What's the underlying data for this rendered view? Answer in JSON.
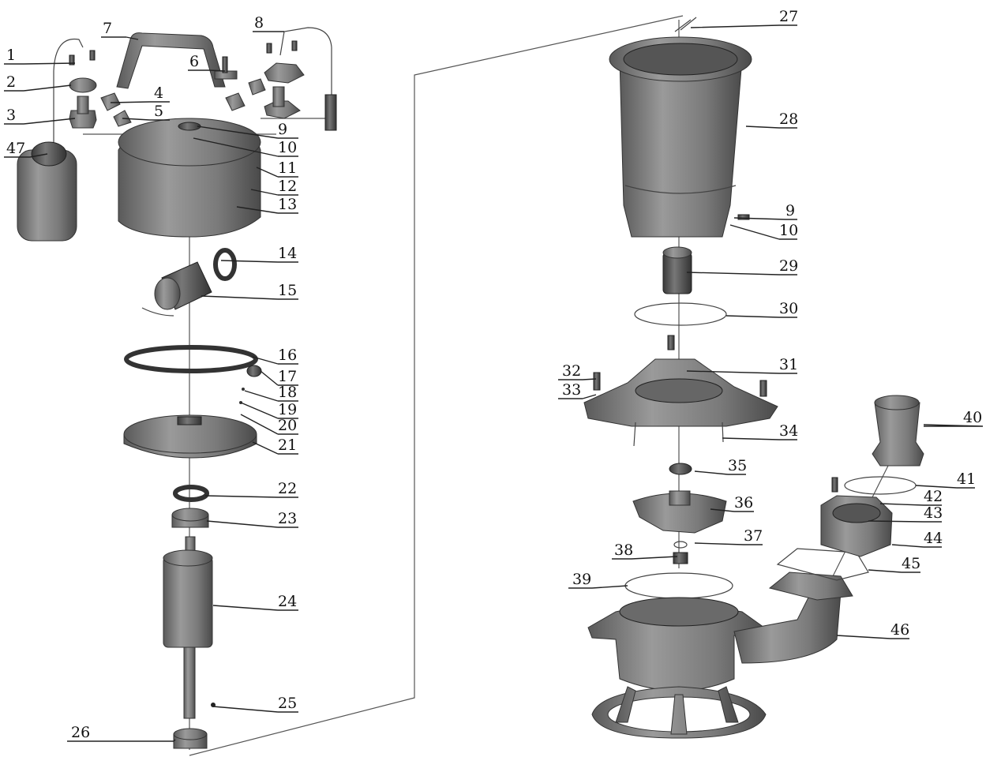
{
  "labels": [
    "1",
    "2",
    "3",
    "47",
    "7",
    "8",
    "6",
    "4",
    "5",
    "9",
    "10",
    "11",
    "12",
    "13",
    "14",
    "15",
    "16",
    "17",
    "18",
    "19",
    "20",
    "21",
    "22",
    "23",
    "24",
    "25",
    "26",
    "27",
    "28",
    "9",
    "10",
    "29",
    "30",
    "31",
    "32",
    "33",
    "34",
    "35",
    "36",
    "37",
    "38",
    "39",
    "40",
    "41",
    "42",
    "43",
    "44",
    "45",
    "46"
  ],
  "colors": {
    "part_light": "#8a8a8a",
    "part_dark": "#4a4a4a",
    "line": "#222222"
  }
}
